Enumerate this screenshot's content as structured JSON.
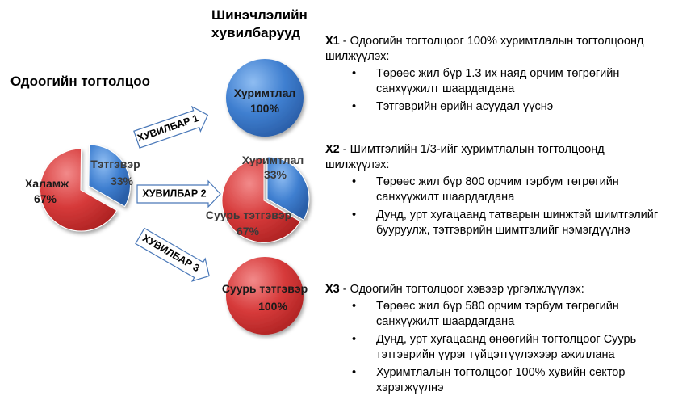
{
  "headings": {
    "current": "Одоогийн тогтолцоо",
    "options": "Шинэчлэлийн хувилбарууд"
  },
  "current_pie": {
    "welfare": {
      "label": "Халамж",
      "value": "67%"
    },
    "pension": {
      "label": "Тэтгэвэр",
      "value": "33%"
    }
  },
  "arrows": [
    "ХУВИЛБАР 1",
    "ХУВИЛБАР 2",
    "ХУВИЛБАР 3"
  ],
  "variant_pies": {
    "v1": {
      "label": "Хуримтлал",
      "value": "100%"
    },
    "v2": {
      "funded": {
        "label": "Хуримтлал",
        "value": "33%"
      },
      "basic": {
        "label": "Суурь тэтгэвэр",
        "value": "67%"
      }
    },
    "v3": {
      "label": "Суурь тэтгэвэр",
      "value": "100%"
    }
  },
  "options": [
    {
      "code": "Х1",
      "intro": " - Одоогийн тогтолцоог 100% хуримтлалын тогтолцоонд шилжүүлэх:",
      "bullets": [
        "Төрөөс жил бүр 1.3 их наяд орчим төгрөгийн санхүүжилт шаардагдана",
        "Тэтгэврийн өрийн асуудал үүснэ"
      ]
    },
    {
      "code": "Х2",
      "intro": " - Шимтгэлийн 1/3-ийг хуримтлалын тогтолцоонд шилжүүлэх:",
      "bullets": [
        "Төрөөс жил бүр 800 орчим тэрбум төгрөгийн санхүүжилт шаардагдана",
        "Дунд, урт хугацаанд татварын шинжтэй шимтгэлийг бууруулж, тэтгэврийн шимтгэлийг нэмэгдүүлнэ"
      ]
    },
    {
      "code": "Х3",
      "intro": " - Одоогийн тогтолцоог хэвээр үргэлжлүүлэх:",
      "bullets": [
        "Төрөөс жил бүр 580 орчим тэрбум төгрөгийн санхүүжилт шаардагдана",
        "Дунд, урт хугацаанд өнөөгийн тогтолцоог Суурь тэтгэврийн үүрэг гүйцэтгүүлэхээр ажиллана",
        "Хуримтлалын тогтолцоог 100% хувийн сектор хэрэгжүүлнэ"
      ]
    }
  ],
  "colors": {
    "red": "#d63a3a",
    "blue": "#3f7fd0",
    "arrow_fill": "#ffffff",
    "arrow_stroke": "#4a78b8"
  }
}
